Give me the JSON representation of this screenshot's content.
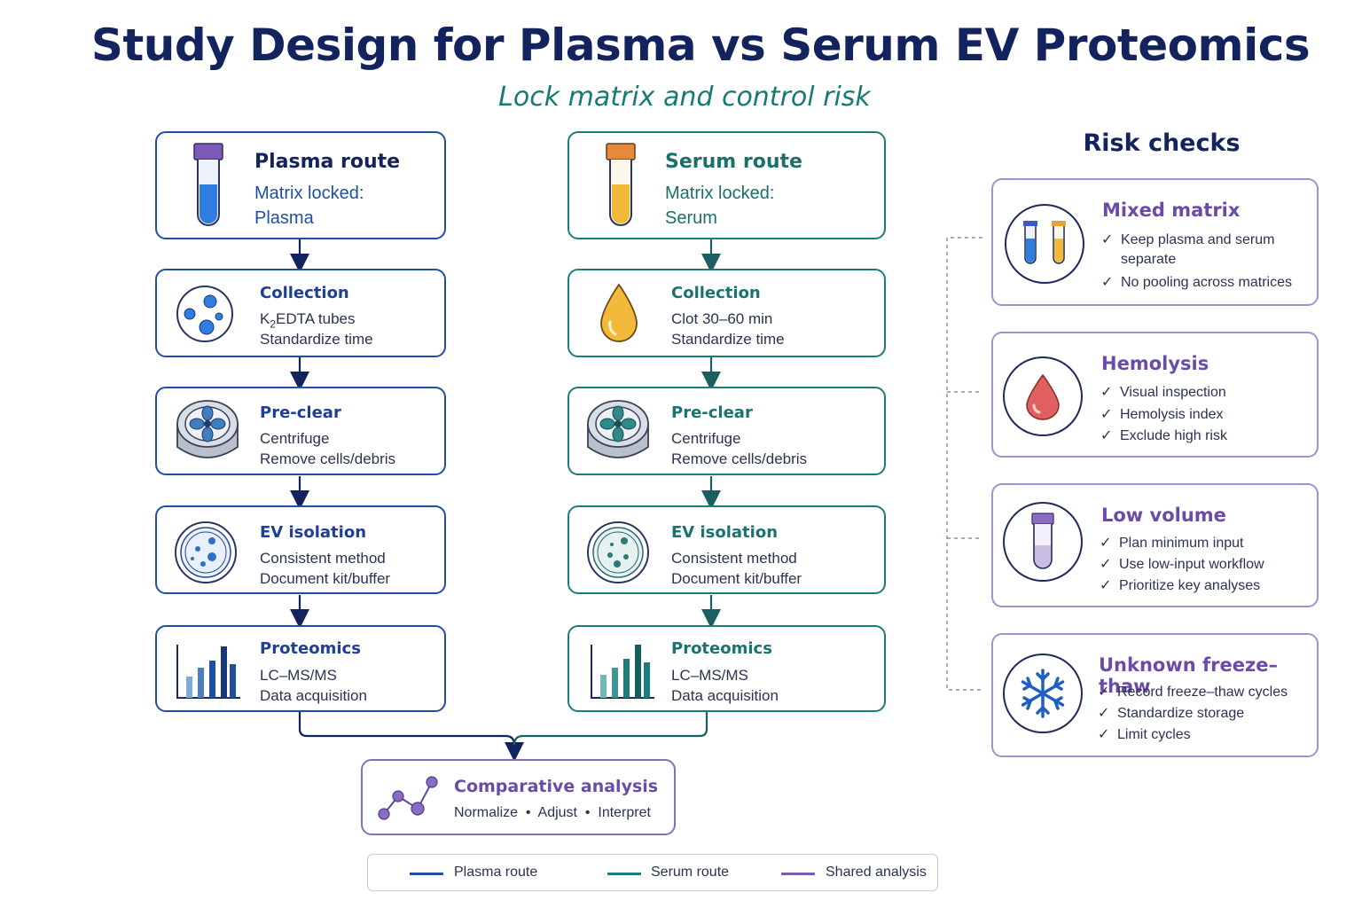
{
  "title": "Study Design for Plasma vs Serum EV Proteomics",
  "subtitle": "Lock matrix and control risk",
  "plasma": {
    "header": {
      "title": "Plasma route",
      "line1": "Matrix locked:",
      "line2": "Plasma"
    },
    "steps": [
      {
        "title": "Collection",
        "line1_prefix": "K",
        "line1_sub": "2",
        "line1_rest": "EDTA tubes",
        "line2": "Standardize time",
        "icon": "cells-icon"
      },
      {
        "title": "Pre-clear",
        "line1": "Centrifuge",
        "line2": "Remove cells/debris",
        "icon": "centrifuge-icon"
      },
      {
        "title": "EV isolation",
        "line1": "Consistent method",
        "line2": "Document kit/buffer",
        "icon": "petri-dish-icon"
      },
      {
        "title": "Proteomics",
        "line1": "LC–MS/MS",
        "line2": "Data acquisition",
        "icon": "bar-chart-icon"
      }
    ]
  },
  "serum": {
    "header": {
      "title": "Serum route",
      "line1": "Matrix locked:",
      "line2": "Serum"
    },
    "steps": [
      {
        "title": "Collection",
        "line1": "Clot 30–60 min",
        "line2": "Standardize time",
        "icon": "drop-icon"
      },
      {
        "title": "Pre-clear",
        "line1": "Centrifuge",
        "line2": "Remove cells/debris",
        "icon": "centrifuge-icon"
      },
      {
        "title": "EV isolation",
        "line1": "Consistent method",
        "line2": "Document kit/buffer",
        "icon": "petri-dish-icon"
      },
      {
        "title": "Proteomics",
        "line1": "LC–MS/MS",
        "line2": "Data acquisition",
        "icon": "bar-chart-icon"
      }
    ]
  },
  "comparative": {
    "title": "Comparative analysis",
    "items": "Normalize  •  Adjust  •  Interpret"
  },
  "risk": {
    "title": "Risk checks",
    "cards": [
      {
        "title": "Mixed matrix",
        "items": [
          "Keep plasma and serum",
          "separate",
          "No pooling across matrices"
        ]
      },
      {
        "title": "Hemolysis",
        "items": [
          "Visual inspection",
          "Hemolysis index",
          "Exclude high risk"
        ]
      },
      {
        "title": "Low volume",
        "items": [
          "Plan minimum input",
          "Use low-input workflow",
          "Prioritize key analyses"
        ]
      },
      {
        "title": "Unknown freeze–thaw",
        "items": [
          "Record freeze–thaw cycles",
          "Standardize storage",
          "Limit cycles"
        ]
      }
    ]
  },
  "legend": [
    "Plasma route",
    "Serum route",
    "Shared analysis"
  ],
  "colors": {
    "plasma": "#1f4fa3",
    "serum": "#1b7d7a",
    "shared": "#8a6cc2",
    "title": "#13235e"
  }
}
